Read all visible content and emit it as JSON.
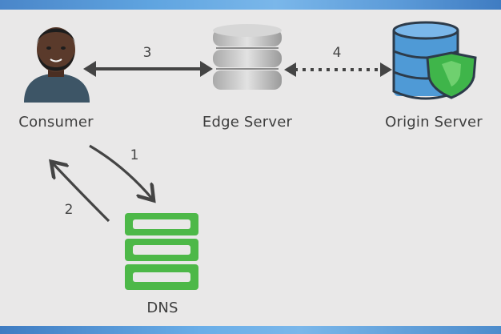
{
  "nodes": {
    "consumer": {
      "label": "Consumer",
      "icon": "person-icon"
    },
    "edge": {
      "label": "Edge Server",
      "icon": "server-stack-icon"
    },
    "origin": {
      "label": "Origin Server",
      "icon": "database-shield-icon"
    },
    "dns": {
      "label": "DNS",
      "icon": "dns-server-icon"
    }
  },
  "steps": {
    "s1": "1",
    "s2": "2",
    "s3": "3",
    "s4": "4"
  },
  "colors": {
    "text": "#3e3e3e",
    "arrow": "#444444",
    "dns_green": "#4db848",
    "origin_blue": "#4f9ad6",
    "shield_green": "#3fb54a",
    "background": "#e9e8e8"
  }
}
